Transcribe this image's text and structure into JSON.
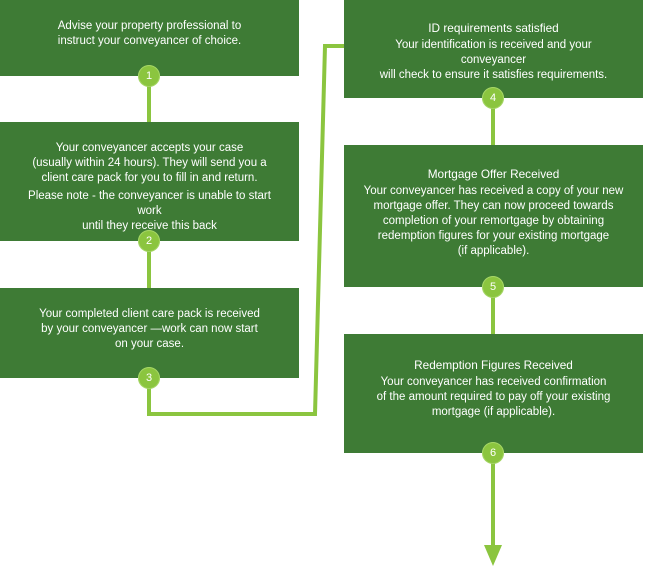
{
  "steps": [
    {
      "number": "1",
      "lines": [
        "Advise your property professional to",
        "instruct your conveyancer of choice."
      ]
    },
    {
      "number": "2",
      "lines": [
        "Your conveyancer accepts your case",
        "(usually within 24 hours). They will send you a",
        "client care pack for you to fill in and return."
      ],
      "note_lines": [
        "Please note - the conveyancer is unable to start work",
        "until they receive this back"
      ]
    },
    {
      "number": "3",
      "lines": [
        "Your completed client care pack is received",
        "by your conveyancer —work can now start",
        "on your case."
      ]
    },
    {
      "number": "4",
      "title": "ID requirements satisfied",
      "lines": [
        "Your identification is received and your conveyancer",
        "will check to ensure it satisfies requirements."
      ]
    },
    {
      "number": "5",
      "title": "Mortgage Offer Received",
      "lines": [
        "Your conveyancer has received a copy of your new",
        "mortgage offer. They can now proceed towards",
        "completion of your remortgage by obtaining",
        "redemption figures for your existing mortgage",
        "(if applicable)."
      ]
    },
    {
      "number": "6",
      "title": "Redemption Figures Received",
      "lines": [
        "Your conveyancer has received confirmation",
        "of the amount required to pay off your existing",
        "mortgage (if applicable)."
      ]
    }
  ],
  "colors": {
    "box": "#3e7b35",
    "connector": "#8bc53f",
    "badge": "#8bc53f",
    "text": "#ffffff"
  }
}
